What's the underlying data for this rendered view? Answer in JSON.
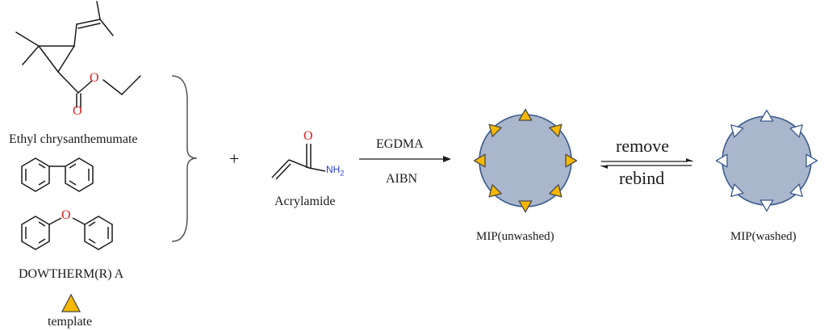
{
  "labels": {
    "ethyl_chrysanthemumate": "Ethyl chrysanthemumate",
    "dowtherm": "DOWTHERM(R) A",
    "template": "template",
    "acrylamide": "Acrylamide",
    "plus": "+",
    "egdma": "EGDMA",
    "aibn": "AIBN",
    "mip_unwashed": "MIP(unwashed)",
    "mip_washed": "MIP(washed)",
    "remove": "remove",
    "rebind": "rebind"
  },
  "atoms": {
    "oxygen": "O",
    "nh2": "NH",
    "nh2_sub": "2"
  },
  "colors": {
    "bond": "#1a1a1a",
    "oxygen": "#e02020",
    "nitrogen": "#2040d8",
    "particle_fill": "#a9b6cc",
    "particle_stroke": "#3a5a8c",
    "template_fill": "#f5b800",
    "template_stroke": "#4a4a4a",
    "cavity_fill": "#ffffff",
    "cavity_stroke": "#3a5a8c"
  }
}
